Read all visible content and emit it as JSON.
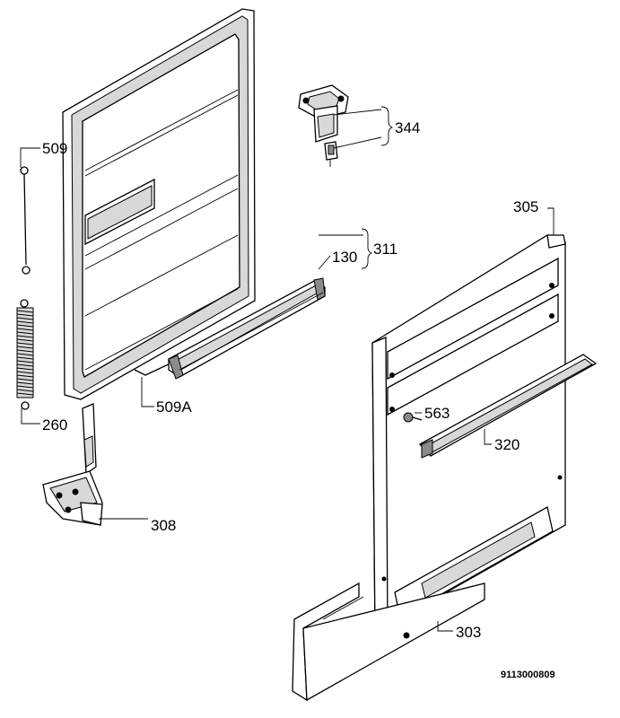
{
  "labels": {
    "p509": "509",
    "p260": "260",
    "p509a": "509A",
    "p130": "130",
    "p311": "311",
    "p344": "344",
    "p305": "305",
    "p563": "563",
    "p320": "320",
    "p308": "308",
    "p303": "303"
  },
  "reference_number": "9113000809"
}
